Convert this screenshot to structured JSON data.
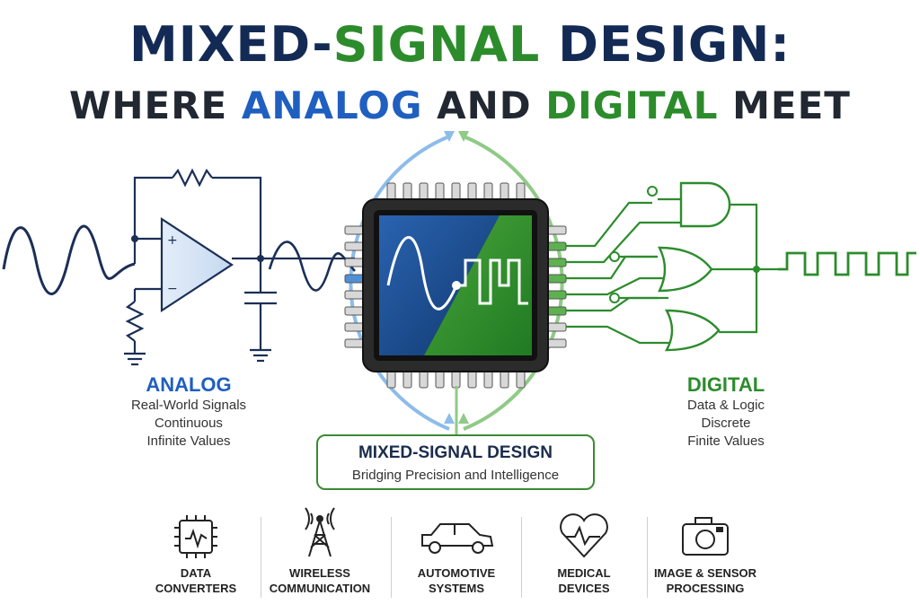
{
  "title": {
    "line1_a": "MIXED-",
    "line1_b": "SIGNAL",
    "line1_c": " DESIGN:",
    "line2_a": "WHERE ",
    "line2_b": "ANALOG",
    "line2_c": " AND ",
    "line2_d": "DIGITAL",
    "line2_e": " MEET"
  },
  "analog": {
    "heading": "ANALOG",
    "lines": [
      "Real-World Signals",
      "Continuous",
      "Infinite Values"
    ]
  },
  "digital": {
    "heading": "DIGITAL",
    "lines": [
      "Data & Logic",
      "Discrete",
      "Finite Values"
    ]
  },
  "center": {
    "title": "MIXED-SIGNAL DESIGN",
    "subtitle": "Bridging Precision and Intelligence"
  },
  "applications": [
    {
      "icon": "chip-icon",
      "line1": "DATA",
      "line2": "CONVERTERS"
    },
    {
      "icon": "antenna-tower-icon",
      "line1": "WIRELESS",
      "line2": "COMMUNICATION"
    },
    {
      "icon": "car-icon",
      "line1": "AUTOMOTIVE",
      "line2": "SYSTEMS"
    },
    {
      "icon": "heart-pulse-icon",
      "line1": "MEDICAL",
      "line2": "DEVICES"
    },
    {
      "icon": "camera-icon",
      "line1": "IMAGE & SENSOR",
      "line2": "PROCESSING"
    }
  ],
  "colors": {
    "navy": "#132a55",
    "analog_blue": "#1f5fbf",
    "digital_green": "#2c8c2c",
    "chip_body": "#2b2b2b"
  }
}
